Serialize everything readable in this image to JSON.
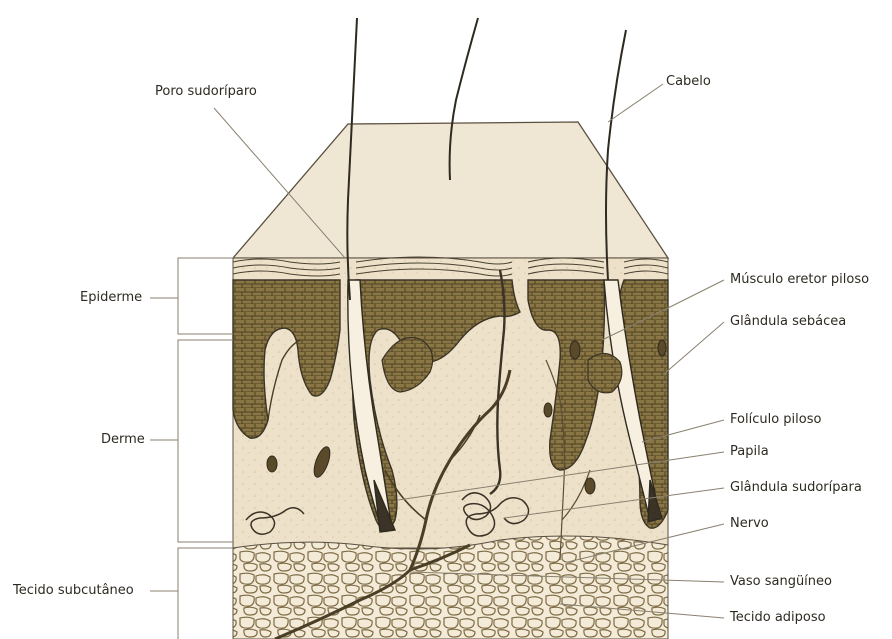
{
  "labels": {
    "poro_sudoriparo": "Poro sudoríparo",
    "cabelo": "Cabelo",
    "epiderme": "Epiderme",
    "derme": "Derme",
    "tecido_subcutaneo": "Tecido subcutâneo",
    "musculo_eretor_piloso": "Músculo eretor piloso",
    "glandula_sebacea": "Glândula sebácea",
    "foliculo_piloso": "Folículo piloso",
    "papila": "Papila",
    "glandula_sudoripara": "Glândula sudorípara",
    "nervo": "Nervo",
    "vaso_sanguineo": "Vaso sangüíneo",
    "tecido_adiposo": "Tecido adiposo"
  },
  "colors": {
    "background": "#ffffff",
    "tissue_light": "#efe4cf",
    "tissue_mid": "#c9b48c",
    "tissue_dark": "#6b5a33",
    "line": "#3a3326"
  }
}
